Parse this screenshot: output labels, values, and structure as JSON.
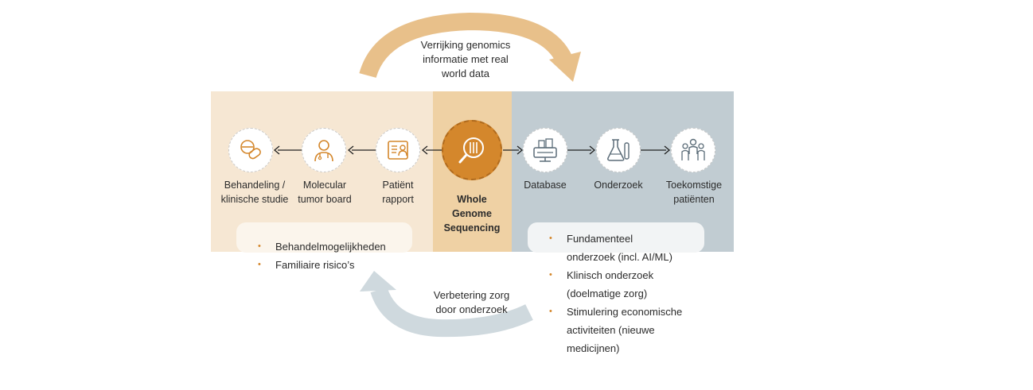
{
  "top_arc": {
    "text_line1": "Verrijking genomics",
    "text_line2": "informatie met real",
    "text_line3": "world data",
    "color": "#e8c08a"
  },
  "bottom_arc": {
    "text_line1": "Verbetering zorg",
    "text_line2": "door onderzoek",
    "color": "#cfd9de"
  },
  "center": {
    "line1": "Whole",
    "line2": "Genome",
    "line3": "Sequencing"
  },
  "left_nodes": [
    {
      "line1": "Behandeling /",
      "line2": "klinische studie",
      "icon": "pills-icon"
    },
    {
      "line1": "Molecular",
      "line2": "tumor board",
      "icon": "doctor-icon"
    },
    {
      "line1": "Patiënt",
      "line2": "rapport",
      "icon": "patient-report-icon"
    }
  ],
  "right_nodes": [
    {
      "line1": "Database",
      "icon": "database-icon"
    },
    {
      "line1": "Onderzoek",
      "icon": "flask-icon"
    },
    {
      "line1": "Toekomstige",
      "line2": "patiënten",
      "icon": "people-icon"
    }
  ],
  "left_bullets": [
    "Behandelmogelijkheden",
    "Familiaire risico’s"
  ],
  "right_bullets": [
    {
      "line1": "Fundamenteel",
      "line2": "onderzoek (incl. AI/ML)"
    },
    {
      "line1": "Klinisch onderzoek",
      "line2": "(doelmatige zorg)"
    },
    {
      "line1": "Stimulering economische",
      "line2": "activiteiten (nieuwe",
      "line3": "medicijnen)"
    }
  ],
  "colors": {
    "accent": "#d4872c",
    "left_panel": "#f6e7d3",
    "mid_panel": "#efd1a4",
    "right_panel": "#c1ccd2"
  }
}
